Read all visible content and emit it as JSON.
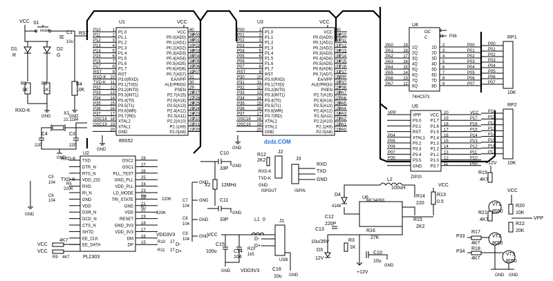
{
  "power": {
    "vcc": "VCC",
    "vpp": "VPP",
    "plus12v": "+12V",
    "gnd": "GND",
    "vdd3v3": "VDD3V3",
    "v12": "12V"
  },
  "watermark": "dzdz.COM",
  "reset": {
    "switch": "S1",
    "label": "reset",
    "cap": "C1",
    "cap_val": "10u",
    "rst": "RST"
  },
  "leds": {
    "d1": "D1",
    "d1c": "R",
    "d2": "D2",
    "d2c": "G",
    "r1": "R1",
    "r2": "R2",
    "rv": "1K",
    "r4": "R4",
    "r4v": "10K",
    "rxd": "RXD-K"
  },
  "crystal": {
    "x1": "X1",
    "x1v": "22.1184",
    "c3": "C3",
    "c4": "C4",
    "cv": "22P"
  },
  "u1": {
    "name": "U1",
    "part": "89S52",
    "vcc": "VCC",
    "left_pins": [
      "P1.0",
      "P1.1",
      "P1.2",
      "P1.3",
      "P1.4",
      "P1.5",
      "P1.6",
      "P1.7",
      "RST",
      "P3.0(RXD)",
      "P3.1(TXD)",
      "P3.2(INT0)",
      "P3.3(INT1)",
      "P3.4(T0)",
      "P3.5(T1)",
      "P3.6(WR)",
      "P3.7(RD)",
      "XTAL2",
      "XTAL1",
      "GND"
    ],
    "left_nums": [
      "1",
      "2",
      "3",
      "4",
      "5",
      "6",
      "7",
      "8",
      "9",
      "10",
      "11",
      "12",
      "13",
      "14",
      "15",
      "16",
      "17",
      "18",
      "19",
      "20"
    ],
    "left_nets": [
      "P10",
      "P11",
      "P12",
      "P13",
      "P14",
      "P15",
      "P16",
      "P17",
      "RST",
      "RXD-K",
      "TXD-K",
      "P32",
      "P33",
      "P34",
      "P35",
      "P36",
      "P37",
      "OSC18",
      "OSC19",
      ""
    ],
    "right_pins": [
      "VCC",
      "P0.0(AD0)",
      "P0.1(AD1)",
      "P0.2(AD2)",
      "P0.3(AD3)",
      "P0.4(AD4)",
      "P0.5(AD5)",
      "P0.6(AD6)",
      "P0.7(AD7)",
      "EA/VPP",
      "ALE/PROG",
      "PSEN",
      "P2.7(A15)",
      "P2.6(A14)",
      "P2.5(A13)",
      "P2.4(A12)",
      "P2.3(A11)",
      "P2.2(A10)",
      "P2.1(A9)",
      "P2.0(A8)"
    ],
    "right_nums": [
      "40",
      "39",
      "38",
      "37",
      "36",
      "35",
      "34",
      "33",
      "32",
      "31",
      "30",
      "29",
      "28",
      "27",
      "26",
      "25",
      "24",
      "23",
      "22",
      "21"
    ],
    "right_nets": [
      "",
      "P00",
      "P01",
      "P02",
      "P03",
      "P04",
      "P05",
      "P06",
      "P07",
      "",
      "",
      "",
      "P27",
      "P26",
      "P25",
      "P24",
      "P23",
      "P22",
      "P21",
      "P20"
    ]
  },
  "u3": {
    "name": "U3",
    "vcc": "VCC",
    "left_pins": [
      "P1.0",
      "P1.1",
      "P1.2",
      "P1.3",
      "P1.4",
      "P1.5",
      "P1.6",
      "P1.7",
      "RST",
      "P3.0(RXD)",
      "P3.1(TXD)",
      "P3.2(INT0)",
      "P3.3(INT1)",
      "P3.4(T0)",
      "P3.5(T1)",
      "P3.6(WR)",
      "P3.7(RD)",
      "XTAL2",
      "XTAL1",
      "GND"
    ],
    "left_nums": [
      "1",
      "2",
      "3",
      "4",
      "5",
      "6",
      "7",
      "8",
      "9",
      "10",
      "11",
      "12",
      "13",
      "14",
      "15",
      "16",
      "17",
      "18",
      "19",
      "20"
    ],
    "left_nets": [
      "P00",
      "P01",
      "P02",
      "P03",
      "P04",
      "P05",
      "P06",
      "P07",
      "RST",
      "P30",
      "P31",
      "P32",
      "P33",
      "P34",
      "P35",
      "P36",
      "P37",
      "OSC18",
      "OSC19",
      ""
    ],
    "right_pins": [
      "VCC",
      "P0.0(AD0)",
      "P0.1(AD1)",
      "P0.2(AD2)",
      "P0.3(AD3)",
      "P0.4(AD4)",
      "P0.5(AD5)",
      "P0.6(AD6)",
      "P0.7(AD7)",
      "EA/VPP",
      "ALE/PROG",
      "PSEN",
      "P2.7(A15)",
      "P2.6(A14)",
      "P2.5(A13)",
      "P2.4(A12)",
      "P2.3(A11)",
      "P2.2(A10)",
      "P2.1(A9)",
      "P2.0(A8)"
    ],
    "right_nums": [
      "40",
      "39",
      "38",
      "37",
      "36",
      "35",
      "34",
      "33",
      "32",
      "31",
      "30",
      "29",
      "28",
      "27",
      "26",
      "25",
      "24",
      "23",
      "22",
      "21"
    ],
    "right_nets": [
      "",
      "P10",
      "P11",
      "P12",
      "P13",
      "P14",
      "P15",
      "P16",
      "P17",
      "VPP",
      "P37",
      "P36",
      "PA7",
      "PA6",
      "PA5",
      "PA4",
      "PA3",
      "PA2",
      "PA1",
      "PA0"
    ]
  },
  "u4": {
    "name": "U4",
    "part": "74HC573",
    "oc": "OC",
    "c": "C",
    "left_nets": [
      "PA0",
      "PA1",
      "PA2",
      "PA3",
      "PA4",
      "PA5",
      "PA6",
      "PA7"
    ],
    "left_nums": [
      "19",
      "18",
      "17",
      "16",
      "15",
      "14",
      "13",
      "12"
    ],
    "q_pins": [
      "1Q",
      "2Q",
      "3Q",
      "4Q",
      "5Q",
      "6Q",
      "7Q",
      "8Q"
    ],
    "d_pins": [
      "1D",
      "2D",
      "3D",
      "4D",
      "5D",
      "6D",
      "7D",
      "8D"
    ],
    "right_nums": [
      "2",
      "3",
      "4",
      "5",
      "6",
      "7",
      "8",
      "9"
    ],
    "right_nets": [
      "P00",
      "P01",
      "P02",
      "P03",
      "P04",
      "P05",
      "P06",
      "P07"
    ],
    "top_nums": [
      "1",
      "11"
    ],
    "top_net": "P36"
  },
  "rp1": {
    "name": "RP1",
    "val": "10K",
    "nets": [
      "P00",
      "P01",
      "P02",
      "P03",
      "P04",
      "P05",
      "P06",
      "P07"
    ]
  },
  "rp2": {
    "name": "RP2",
    "val": "10K",
    "nets": [
      "P10",
      "P11",
      "P12",
      "P13",
      "P14",
      "P15",
      "P16",
      "P17"
    ]
  },
  "u5": {
    "name": "U5",
    "part": "ZIP20",
    "left_pins": [
      "VPP",
      "P3.0",
      "P3.1",
      "RST",
      "XTAL1",
      "P3.2",
      "P3.3",
      "P3.4",
      "P3.5",
      "GND"
    ],
    "left_nets": [
      "VPP",
      "",
      "",
      "",
      "P04",
      "P05",
      "P06",
      "P07",
      "P35",
      ""
    ],
    "right_pins": [
      "VCC",
      "P1.7",
      "P1.6",
      "P1.5",
      "P1.4",
      "P1.3",
      "P1.2",
      "P1.1",
      "P1.0",
      "P3.7"
    ],
    "right_nums": [
      "20",
      "19",
      "18",
      "17",
      "16",
      "15",
      "14",
      "13",
      "12",
      "11"
    ],
    "right_nets": [
      "VCC",
      "P17",
      "P16",
      "P15",
      "P14",
      "P13",
      "P12",
      "P11",
      "P10",
      "P00"
    ]
  },
  "u2": {
    "name": "U2",
    "part": "PL2303",
    "left_pins": [
      "TXD",
      "DTR_N",
      "RTS_N",
      "VDD_232",
      "RXD",
      "RI_N",
      "GND",
      "VDD",
      "DSR_N",
      "DCD_N",
      "CTS_N",
      "SHTD",
      "EE_CLK",
      "EE_DATA"
    ],
    "right_pins": [
      "OSC2",
      "OSC1",
      "PLL_TEST",
      "GND_PLL",
      "VDD_PLL",
      "LD_MODE",
      "TRI_STATE",
      "GND",
      "VDD",
      "RESET",
      "GND_3V3",
      "VDD_3V3",
      "DM",
      "DP"
    ],
    "left_nets": [
      "RXD-K",
      "",
      "",
      "",
      "TXD-K",
      "",
      "",
      "",
      "",
      "",
      "",
      "",
      "",
      ""
    ],
    "right_nums": [
      "28",
      "27",
      "26",
      "25",
      "24",
      "23",
      "22",
      "21",
      "20",
      "19",
      "18",
      "17",
      "16",
      "15"
    ]
  },
  "pl_parts": {
    "c5": "C5",
    "c5v": "104",
    "c6": "C6",
    "c6v": "104",
    "r5": "R5",
    "r5v": "220K",
    "c7": "C7",
    "c7v": "104",
    "c8": "C8",
    "c8v": "104",
    "c9": "C9",
    "c9v": "104",
    "r6": "R6",
    "r6v": "220K",
    "r7": "R7",
    "r7v": "220K",
    "r8": "R8",
    "r8v": "4K7",
    "r9": "R9",
    "r9v": "4K7",
    "r10": "R10",
    "r11": "R11",
    "r27": "27",
    "dm": "D-",
    "dp": "D+"
  },
  "osc2": {
    "c10": "C10",
    "c11": "C11",
    "cv": "33P",
    "x2": "X2",
    "x2v": "12MHz"
  },
  "serial": {
    "j2": "J2",
    "r12": "R12",
    "r12v": "2K2",
    "rxd": "RXD-K",
    "txd": "TXD-K",
    "isp": "ISPOUT",
    "j3": "J3",
    "rxd2": "RXD",
    "txd2": "TXD",
    "isp2": "ISPIN"
  },
  "usb": {
    "l1": "L1",
    "l1v": "0",
    "j1": "J1",
    "usb": "USB",
    "c15": "C15",
    "c15v": "100u",
    "c14": "C14",
    "c14v": "104",
    "r23": "R23",
    "r23v": "1k5",
    "c16": "C16",
    "c16v": "10u",
    "dm": "D-",
    "dp": "D+"
  },
  "boost": {
    "u6": "U6",
    "u6v": "MC34063",
    "l2": "L2",
    "l2v": "100uH",
    "d4": "D4",
    "d4v": "4148",
    "c12": "C12",
    "c12v": "220P",
    "c13": "C13",
    "c13v": "10u/35V",
    "r3": "R3",
    "r3v": "1K",
    "d3": "D3",
    "r16": "R16",
    "r16v": "27K",
    "r15": "R15",
    "r15v": "2K2",
    "r14": "R14",
    "r14v": "220",
    "r13": "R13",
    "r13v": "0.5",
    "c10u": "C10",
    "c10uv": "10u"
  },
  "switch": {
    "vt1": "VT1",
    "vt1v": "8550",
    "vt2": "VT2",
    "vt2v": "8050",
    "vt3": "VT3",
    "vt3v": "8050",
    "r17": "R17",
    "r17v": "4K7",
    "r18": "R18",
    "r18v": "4K7",
    "r19": "R19",
    "r19v": "4K7",
    "r20": "R20",
    "r20v": "10K",
    "r21": "R21",
    "r21v": "4K7",
    "r22": "R22",
    "r22v": "20K",
    "p33": "P33",
    "p34": "P34"
  }
}
